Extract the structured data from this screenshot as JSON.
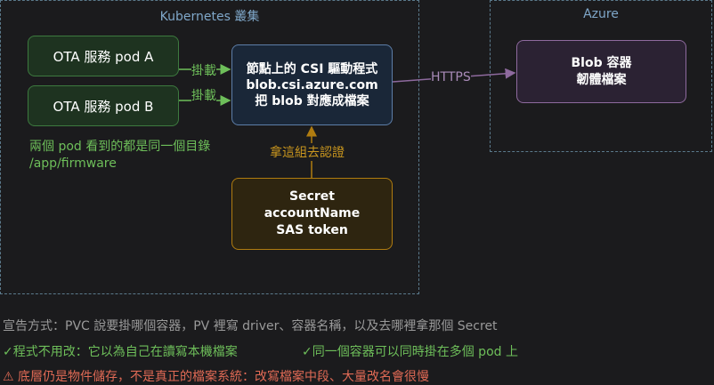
{
  "regions": {
    "kubernetes": "Kubernetes 叢集",
    "azure": "Azure"
  },
  "pods": {
    "a": "OTA 服務 pod A",
    "b": "OTA 服務 pod B"
  },
  "csi": {
    "line1": "節點上的 CSI 驅動程式",
    "line2": "blob.csi.azure.com",
    "line3": "把 blob 對應成檔案"
  },
  "secret": {
    "line1": "Secret",
    "line2": "accountName",
    "line3": "SAS token"
  },
  "blob": {
    "line1": "Blob 容器",
    "line2": "韌體檔案"
  },
  "edges": {
    "mount_a": "掛載",
    "mount_b": "掛載",
    "https": "HTTPS",
    "auth": "拿這組去認證"
  },
  "note": {
    "line1": "兩個 pod 看到的都是同一個目錄",
    "line2": "/app/firmware"
  },
  "footer": {
    "declare": "宣告方式：PVC 說要掛哪個容器，PV 裡寫 driver、容器名稱，以及去哪裡拿那個 Secret",
    "pro1": "✓程式不用改：它以為自己在讀寫本機檔案",
    "pro2": "✓同一個容器可以同時掛在多個 pod 上",
    "warn": "⚠ 底層仍是物件儲存，不是真正的檔案系統：改寫檔案中段、大量改名會很慢"
  },
  "colors": {
    "green": "#6ebf5a",
    "gold": "#b07c10",
    "purple": "#8e6a9e",
    "blue": "#5d7ea8",
    "warn": "#e06a55",
    "gray": "#9a9a9a"
  }
}
